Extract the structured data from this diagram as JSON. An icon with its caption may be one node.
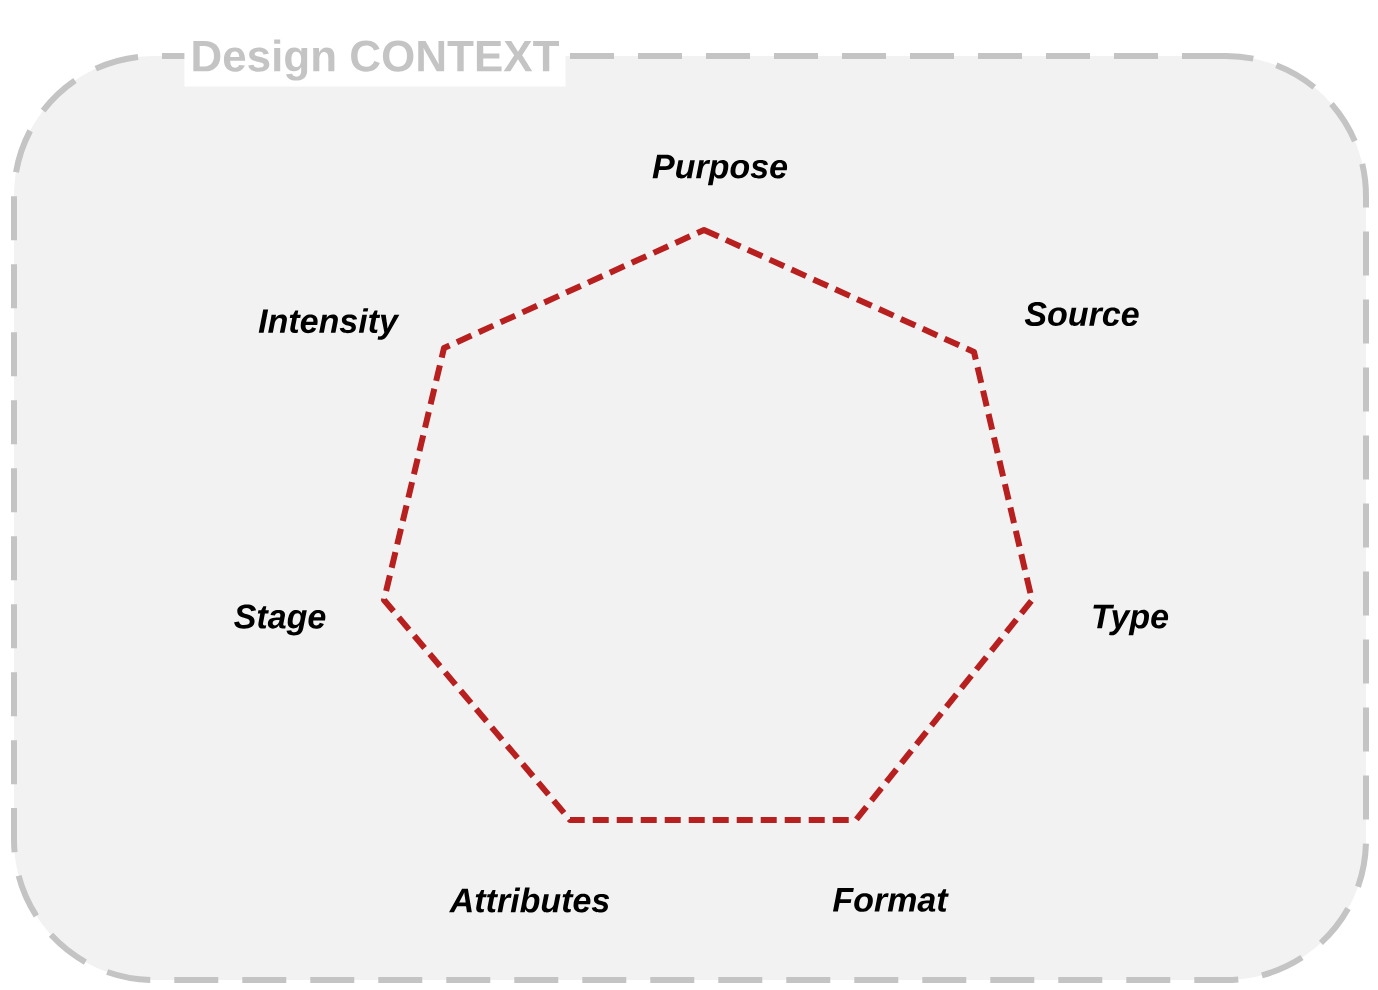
{
  "diagram": {
    "nodes": [
      {
        "text": [
          "Design CONTEXT"
        ]
      },
      {
        "text": [
          "Purpose"
        ],
        "in": 0
      },
      {
        "text": [
          "Source"
        ],
        "in": 0
      },
      {
        "text": [
          "Type"
        ],
        "in": 0
      },
      {
        "text": [
          "Format"
        ],
        "in": 0
      },
      {
        "text": [
          "Attributes"
        ],
        "in": 0
      },
      {
        "text": [
          "Stage"
        ],
        "in": 0
      },
      {
        "text": [
          "Intensity"
        ],
        "in": 0
      }
    ]
  }
}
